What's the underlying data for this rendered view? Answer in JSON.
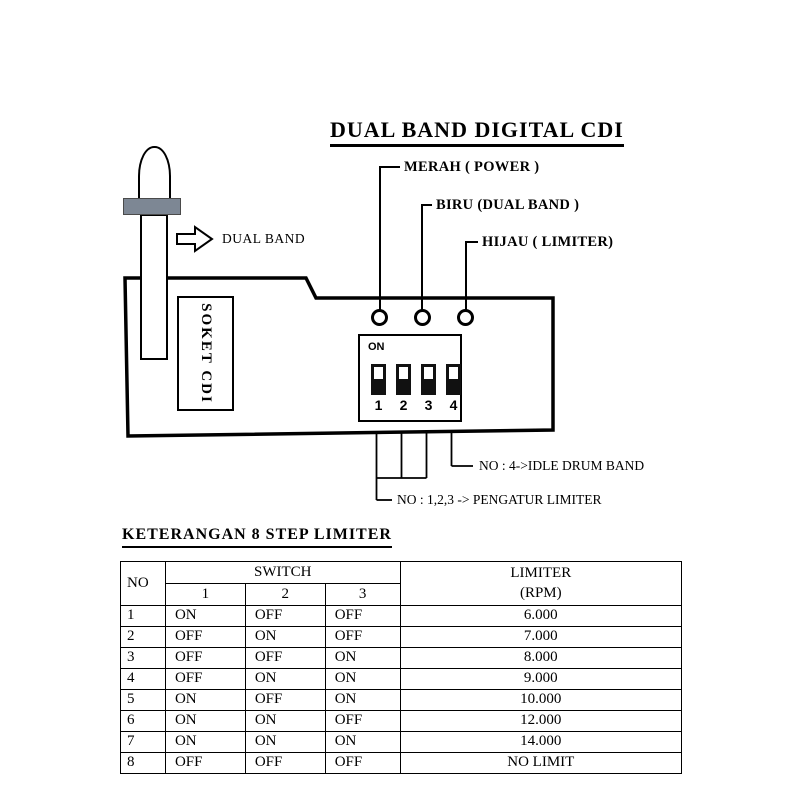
{
  "colors": {
    "collar_gray": "#7d8794",
    "ink": "#000000",
    "paper": "#ffffff"
  },
  "title": "DUAL BAND DIGITAL CDI",
  "diagram": {
    "dual_band_label": "DUAL BAND",
    "soket_label": "SOKET CDI",
    "dip": {
      "on": "ON",
      "numbers": [
        "1",
        "2",
        "3",
        "4"
      ]
    },
    "leds": [
      "MERAH ( POWER )",
      "BIRU (DUAL BAND )",
      "HIJAU ( LIMITER)"
    ],
    "note_sw4": "NO : 4->IDLE DRUM BAND",
    "note_sw123": "NO : 1,2,3 -> PENGATUR LIMITER"
  },
  "limiter": {
    "heading": "KETERANGAN 8 STEP LIMITER",
    "headers": {
      "no": "NO",
      "switch": "SWITCH",
      "s1": "1",
      "s2": "2",
      "s3": "3",
      "limiter": "LIMITER",
      "rpm": "(RPM)"
    },
    "rows": [
      {
        "no": "1",
        "s1": "ON",
        "s2": "OFF",
        "s3": "OFF",
        "rpm": "6.000"
      },
      {
        "no": "2",
        "s1": "OFF",
        "s2": "ON",
        "s3": "OFF",
        "rpm": "7.000"
      },
      {
        "no": "3",
        "s1": "OFF",
        "s2": "OFF",
        "s3": "ON",
        "rpm": "8.000"
      },
      {
        "no": "4",
        "s1": "OFF",
        "s2": "ON",
        "s3": "ON",
        "rpm": "9.000"
      },
      {
        "no": "5",
        "s1": "ON",
        "s2": "OFF",
        "s3": "ON",
        "rpm": "10.000"
      },
      {
        "no": "6",
        "s1": "ON",
        "s2": "ON",
        "s3": "OFF",
        "rpm": "12.000"
      },
      {
        "no": "7",
        "s1": "ON",
        "s2": "ON",
        "s3": "ON",
        "rpm": "14.000"
      },
      {
        "no": "8",
        "s1": "OFF",
        "s2": "OFF",
        "s3": "OFF",
        "rpm": "NO LIMIT"
      }
    ]
  }
}
